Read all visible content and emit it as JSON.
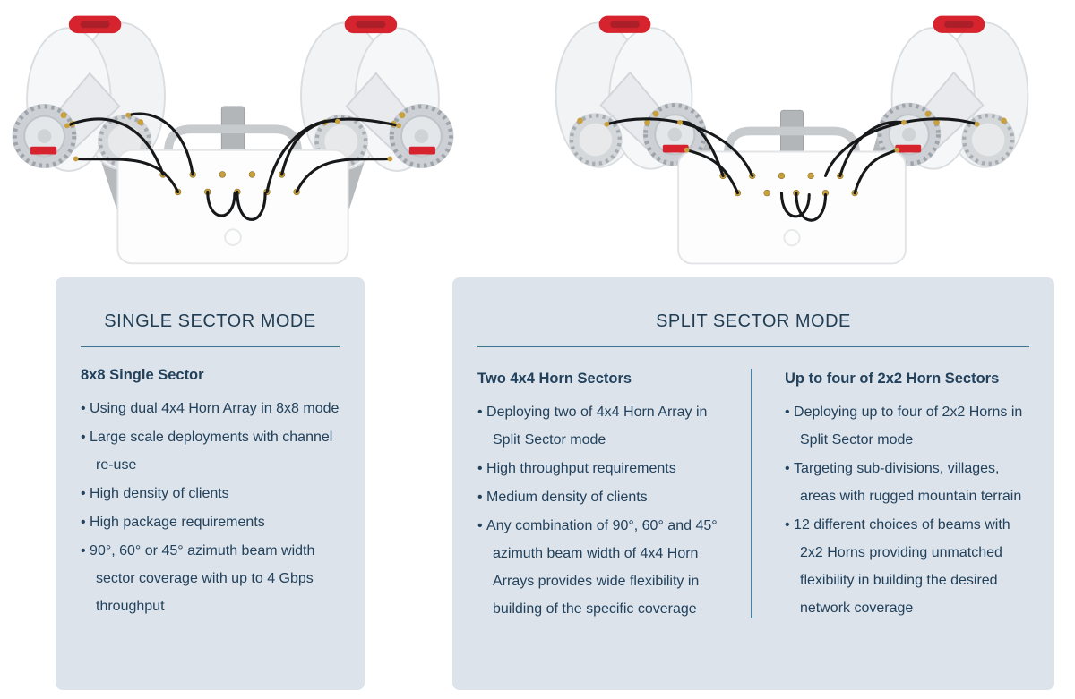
{
  "images": {
    "single_alt": "single-sector-antenna-assembly",
    "split_alt": "split-sector-antenna-assembly"
  },
  "colors": {
    "card_bg": "#dce3ea",
    "title": "#213d54",
    "divider": "#3d7290",
    "column_divider": "#4a7fa0",
    "text": "#22415c",
    "handle_red": "#d7232e",
    "connector_gold": "#c8a03e"
  },
  "single": {
    "title": "SINGLE SECTOR MODE",
    "heading": "8x8 Single Sector",
    "bullets": [
      "Using dual 4x4 Horn Array in 8x8 mode",
      "Large scale deployments with channel re-use",
      "High density of clients",
      "High package requirements",
      "90°, 60° or 45° azimuth beam width sector coverage with up to 4 Gbps throughput"
    ]
  },
  "split": {
    "title": "SPLIT SECTOR MODE",
    "columns": [
      {
        "heading": "Two 4x4 Horn Sectors",
        "bullets": [
          "Deploying two of 4x4 Horn Array in Split Sector mode",
          "High throughput requirements",
          "Medium density of clients",
          "Any combination of 90°, 60° and 45° azimuth beam width of 4x4 Horn Arrays provides wide flexibility in building of the specific coverage"
        ]
      },
      {
        "heading": "Up to four of 2x2 Horn Sectors",
        "bullets": [
          "Deploying up to four of 2x2 Horns in Split Sector mode",
          "Targeting sub-divisions, villages, areas with rugged mountain terrain",
          "12 different choices of beams with 2x2 Horns providing unmatched flexibility in building the desired network coverage"
        ]
      }
    ]
  }
}
